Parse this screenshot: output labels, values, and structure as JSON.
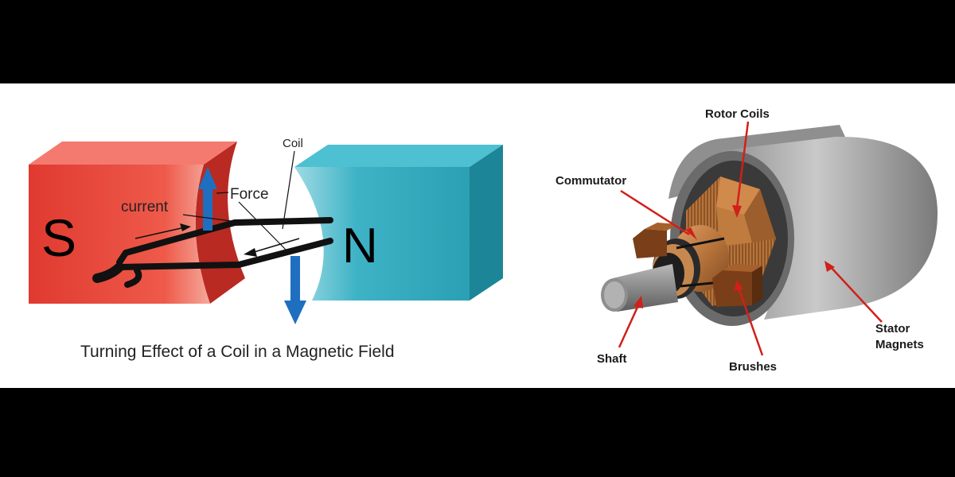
{
  "left_diagram": {
    "pole_south": "S",
    "pole_north": "N",
    "label_current": "current",
    "label_force": "Force",
    "label_coil": "Coil",
    "caption": "Turning Effect of a Coil in a Magnetic Field",
    "colors": {
      "south_magnet": "#e8342c",
      "north_magnet": "#2fa9bd",
      "force_arrow": "#1f6fc0",
      "coil": "#111111"
    }
  },
  "right_diagram": {
    "label_rotor_coils": "Rotor Coils",
    "label_commutator": "Commutator",
    "label_shaft": "Shaft",
    "label_brushes": "Brushes",
    "label_stator_magnets_line1": "Stator",
    "label_stator_magnets_line2": "Magnets",
    "colors": {
      "stator": "#9a9a9a",
      "copper": "#b8743c",
      "brush": "#8b4a1e",
      "pointer": "#d0201a"
    }
  }
}
